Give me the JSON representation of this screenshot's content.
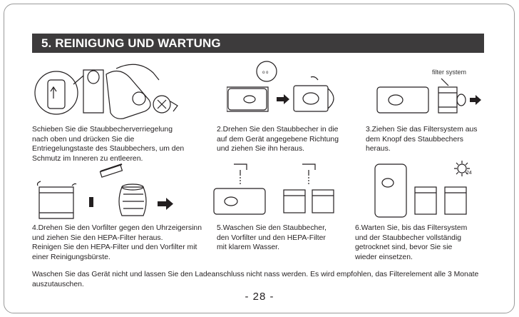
{
  "section": {
    "title": "5. REINIGUNG UND WARTUNG"
  },
  "labels": {
    "filter_system": "filter system"
  },
  "steps": [
    {
      "text": "Schieben Sie die Staubbecherverriegelung\nnach oben und drücken Sie die\nEntriegelungstaste des Staubbechers, um den\nSchmutz im Inneren zu entleeren."
    },
    {
      "text": "2.Drehen Sie den Staubbecher in die\nauf dem Gerät angegebene Richtung\nund ziehen Sie ihn heraus."
    },
    {
      "text": "3.Ziehen Sie das Filtersystem aus\ndem Knopf des Staubbechers\nheraus."
    },
    {
      "text": "4.Drehen Sie den Vorfilter gegen den Uhrzeigersinn\nund ziehen Sie den HEPA-Filter heraus.\nReinigen Sie den HEPA-Filter und den Vorfilter mit\neiner Reinigungsbürste."
    },
    {
      "text": "5.Waschen Sie den Staubbecher,\nden Vorfilter und den HEPA-Filter\nmit klarem Wasser."
    },
    {
      "text": "6.Warten Sie, bis das Filtersystem\nund der Staubbecher vollständig\ngetrocknet sind, bevor Sie sie\nwieder einsetzen."
    }
  ],
  "footer": {
    "note": "Waschen Sie das Gerät nicht und lassen Sie den Ladeanschluss nicht nass werden. Es wird empfohlen, das Filterelement alle 3 Monate auszutauschen."
  },
  "page": {
    "number": "- 28 -",
    "sun_label": "24"
  },
  "colors": {
    "header_bg": "#3d3b3c",
    "text": "#231f20"
  }
}
